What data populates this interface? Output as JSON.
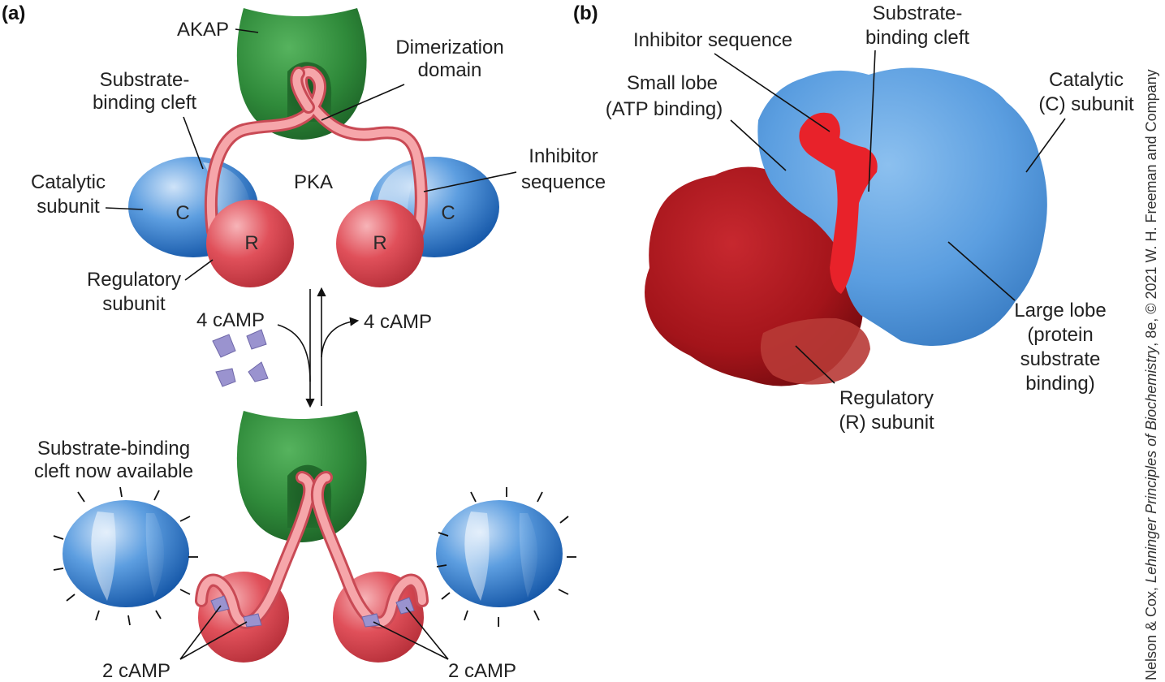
{
  "panels": {
    "a": "(a)",
    "b": "(b)"
  },
  "panel_a": {
    "akap": "AKAP",
    "dimerization": [
      "Dimerization",
      "domain"
    ],
    "substrate_cleft": [
      "Substrate-",
      "binding cleft"
    ],
    "catalytic_subunit": [
      "Catalytic",
      "subunit"
    ],
    "pka": "PKA",
    "inhibitor_sequence": [
      "Inhibitor",
      "sequence"
    ],
    "regulatory_subunit": [
      "Regulatory",
      "subunit"
    ],
    "c_label": "C",
    "r_label": "R",
    "camp_in": "4 cAMP",
    "camp_out": "4 cAMP",
    "cleft_available": [
      "Substrate-binding",
      "cleft now available"
    ],
    "camp_bound": "2 cAMP"
  },
  "panel_b": {
    "inhibitor_sequence": "Inhibitor sequence",
    "substrate_cleft": [
      "Substrate-",
      "binding cleft"
    ],
    "small_lobe": [
      "Small lobe",
      "(ATP binding)"
    ],
    "catalytic_subunit": [
      "Catalytic",
      "(C) subunit"
    ],
    "large_lobe": [
      "Large lobe",
      "(protein",
      "substrate",
      "binding)"
    ],
    "regulatory_subunit": [
      "Regulatory",
      "(R) subunit"
    ]
  },
  "credit": {
    "pre": "Nelson & Cox, ",
    "title": "Lehninger Principles of Biochemistry",
    "post": ", 8e, © 2021 W. H. Freeman and Company"
  },
  "colors": {
    "akap_green": "#2f8a3a",
    "catalytic_blue": "#1f6fc0",
    "regulatory_red": "#e0505a",
    "linker_pink": "#f08a8a",
    "camp_purple": "#9a93cf",
    "protein_red": "#a3141a",
    "protein_blue": "#5b9ee0"
  }
}
